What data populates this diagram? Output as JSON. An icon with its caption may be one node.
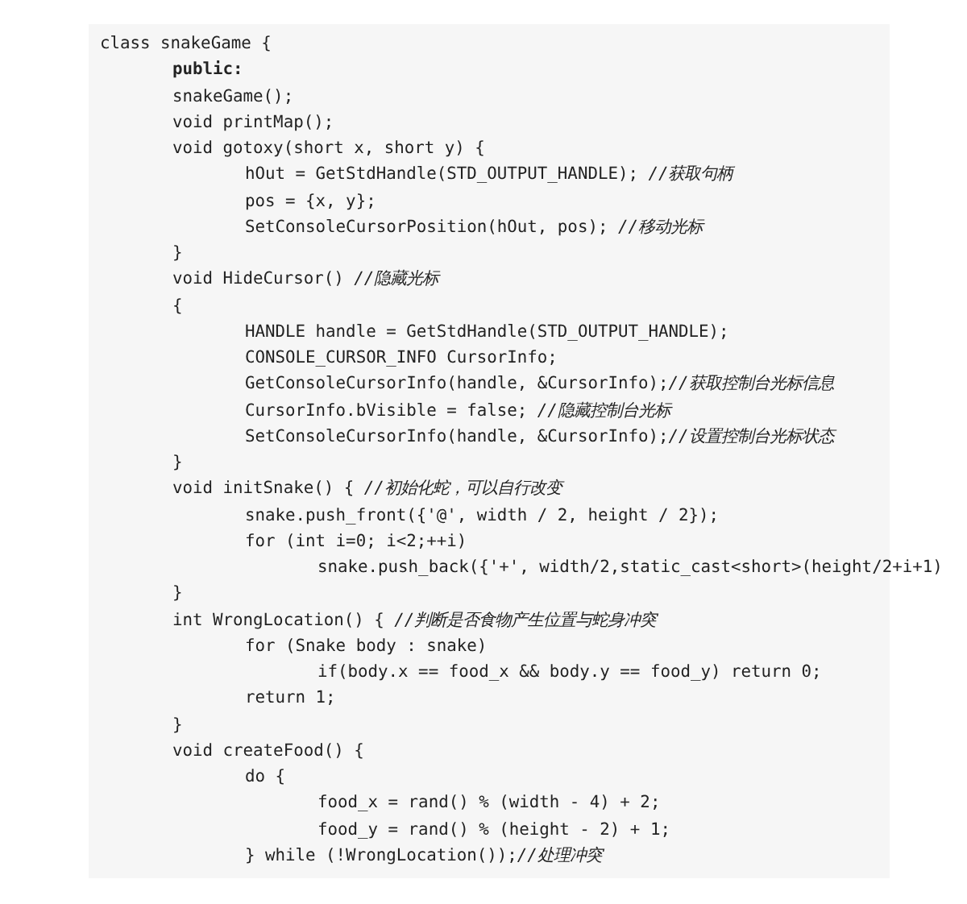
{
  "diagram": {
    "labels": [
      "class snakeGame {",
      "public:",
      "snakeGame();",
      "void printMap();",
      "void gotoxy(short x, short y) {",
      "hOut = GetStdHandle(STD_OUTPUT_HANDLE); *//获取句柄*",
      "pos = {x, y};",
      "SetConsoleCursorPosition(hOut, pos); *//移动光标*",
      "}",
      "void HideCursor() *//隐藏光标*",
      "{",
      "HANDLE handle = GetStdHandle(STD_OUTPUT_HANDLE);",
      "CONSOLE_CURSOR_INFO CursorInfo;",
      "GetConsoleCursorInfo(handle, &CursorInfo);*//获取控制台光标信息*",
      "CursorInfo.bVisible = false; *//隐藏控制台光标*",
      "SetConsoleCursorInfo(handle, &CursorInfo);*//设置控制台光标状态*",
      "}",
      "void initSnake() { *//初始化蛇，可以自行改变*",
      "snake.push_front({'@', width / 2, height / 2});",
      "for (int i=0; i<2;++i)",
      "snake.push_back({'+', width/2,static_cast<short>(height/2+i+1)",
      "}",
      "int WrongLocation() { *//判断是否食物产生位置与蛇身冲突*",
      "for (Snake body : snake)",
      "if(body.x == food_x && body.y == food_y) return 0;",
      "return 1;",
      "}",
      "void createFood() {",
      "do {",
      "food_x = rand() % (width - 4) + 2;",
      "food_y = rand() % (height - 2) + 1;",
      "} while (!WrongLocation());*//处理冲突*"
    ]
  }
}
